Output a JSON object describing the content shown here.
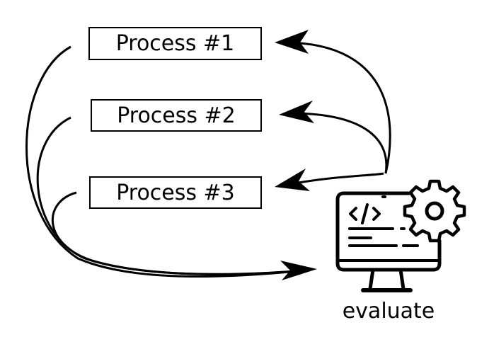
{
  "processes": [
    {
      "label": "Process #1"
    },
    {
      "label": "Process #2"
    },
    {
      "label": "Process #3"
    }
  ],
  "evaluator": {
    "label": "evaluate",
    "icon": "computer-code-gear-icon"
  }
}
